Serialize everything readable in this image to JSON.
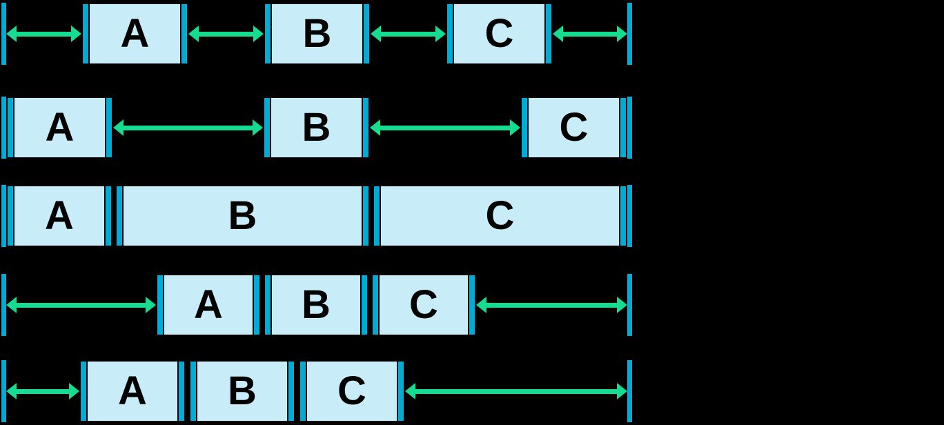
{
  "colors": {
    "background": "#000000",
    "box_fill": "#c8edf8",
    "edge_bar": "#00abd4",
    "arrow": "#16dc92",
    "label_text": "#000000"
  },
  "rows": [
    {
      "layout": "equal-gaps-around-and-between",
      "boxes": [
        {
          "label": "A"
        },
        {
          "label": "B"
        },
        {
          "label": "C"
        }
      ]
    },
    {
      "layout": "space-between",
      "boxes": [
        {
          "label": "A"
        },
        {
          "label": "B"
        },
        {
          "label": "C"
        }
      ]
    },
    {
      "layout": "stretch-full-width",
      "boxes": [
        {
          "label": "A"
        },
        {
          "label": "B"
        },
        {
          "label": "C"
        }
      ]
    },
    {
      "layout": "centered-group",
      "boxes": [
        {
          "label": "A"
        },
        {
          "label": "B"
        },
        {
          "label": "C"
        }
      ]
    },
    {
      "layout": "group-near-start",
      "boxes": [
        {
          "label": "A"
        },
        {
          "label": "B"
        },
        {
          "label": "C"
        }
      ]
    }
  ]
}
